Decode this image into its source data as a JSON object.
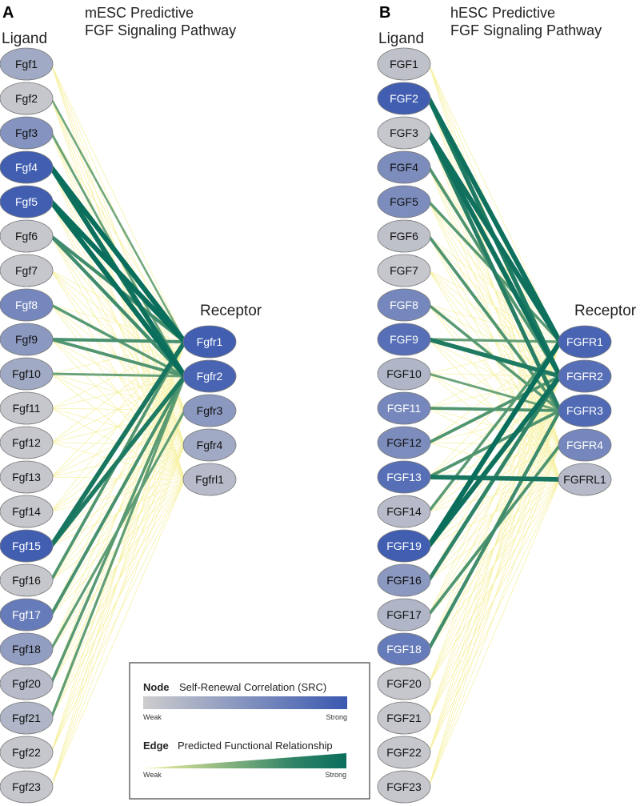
{
  "panels": [
    {
      "letter": "A",
      "title_line1": "mESC Predictive",
      "title_line2": "FGF Signaling Pathway",
      "ligand_label": "Ligand",
      "receptor_label": "Receptor",
      "ligands": [
        {
          "name": "Fgf1",
          "src": 0.3
        },
        {
          "name": "Fgf2",
          "src": 0.05
        },
        {
          "name": "Fgf3",
          "src": 0.5
        },
        {
          "name": "Fgf4",
          "src": 0.95
        },
        {
          "name": "Fgf5",
          "src": 0.95
        },
        {
          "name": "Fgf6",
          "src": 0.05
        },
        {
          "name": "Fgf7",
          "src": 0.05
        },
        {
          "name": "Fgf8",
          "src": 0.6
        },
        {
          "name": "Fgf9",
          "src": 0.45
        },
        {
          "name": "Fgf10",
          "src": 0.3
        },
        {
          "name": "Fgf11",
          "src": 0.05
        },
        {
          "name": "Fgf12",
          "src": 0.05
        },
        {
          "name": "Fgf13",
          "src": 0.05
        },
        {
          "name": "Fgf14",
          "src": 0.05
        },
        {
          "name": "Fgf15",
          "src": 0.95
        },
        {
          "name": "Fgf16",
          "src": 0.05
        },
        {
          "name": "Fgf17",
          "src": 0.7
        },
        {
          "name": "Fgf18",
          "src": 0.4
        },
        {
          "name": "Fgf20",
          "src": 0.15
        },
        {
          "name": "Fgf21",
          "src": 0.2
        },
        {
          "name": "Fgf22",
          "src": 0.05
        },
        {
          "name": "Fgf23",
          "src": 0.05
        }
      ],
      "receptors": [
        {
          "name": "Fgfr1",
          "src": 0.95
        },
        {
          "name": "Fgfr2",
          "src": 0.9
        },
        {
          "name": "Fgfr3",
          "src": 0.45
        },
        {
          "name": "Fgfr4",
          "src": 0.3
        },
        {
          "name": "Fgfrl1",
          "src": 0.15
        }
      ],
      "strong_edges": [
        [
          "Fgf4",
          "Fgfr1",
          0.95
        ],
        [
          "Fgf4",
          "Fgfr2",
          0.9
        ],
        [
          "Fgf5",
          "Fgfr1",
          0.95
        ],
        [
          "Fgf5",
          "Fgfr2",
          0.95
        ],
        [
          "Fgf6",
          "Fgfr1",
          0.6
        ],
        [
          "Fgf6",
          "Fgfr2",
          0.6
        ],
        [
          "Fgf15",
          "Fgfr1",
          0.85
        ],
        [
          "Fgf15",
          "Fgfr2",
          0.8
        ],
        [
          "Fgf9",
          "Fgfr1",
          0.55
        ],
        [
          "Fgf9",
          "Fgfr2",
          0.5
        ],
        [
          "Fgf8",
          "Fgfr2",
          0.45
        ],
        [
          "Fgf3",
          "Fgfr2",
          0.35
        ],
        [
          "Fgf17",
          "Fgfr2",
          0.55
        ],
        [
          "Fgf16",
          "Fgfr1",
          0.5
        ],
        [
          "Fgf18",
          "Fgfr3",
          0.4
        ],
        [
          "Fgf20",
          "Fgfr2",
          0.45
        ],
        [
          "Fgf21",
          "Fgfr2",
          0.4
        ],
        [
          "Fgf10",
          "Fgfr2",
          0.35
        ],
        [
          "Fgf2",
          "Fgfr1",
          0.3
        ]
      ]
    },
    {
      "letter": "B",
      "title_line1": "hESC Predictive",
      "title_line2": "FGF Signaling Pathway",
      "ligand_label": "Ligand",
      "receptor_label": "Receptor",
      "ligands": [
        {
          "name": "FGF1",
          "src": 0.1
        },
        {
          "name": "FGF2",
          "src": 0.95
        },
        {
          "name": "FGF3",
          "src": 0.05
        },
        {
          "name": "FGF4",
          "src": 0.55
        },
        {
          "name": "FGF5",
          "src": 0.55
        },
        {
          "name": "FGF6",
          "src": 0.1
        },
        {
          "name": "FGF7",
          "src": 0.05
        },
        {
          "name": "FGF8",
          "src": 0.6
        },
        {
          "name": "FGF9",
          "src": 0.8
        },
        {
          "name": "FGF10",
          "src": 0.2
        },
        {
          "name": "FGF11",
          "src": 0.6
        },
        {
          "name": "FGF12",
          "src": 0.55
        },
        {
          "name": "FGF13",
          "src": 0.8
        },
        {
          "name": "FGF14",
          "src": 0.15
        },
        {
          "name": "FGF19",
          "src": 0.95
        },
        {
          "name": "FGF16",
          "src": 0.45
        },
        {
          "name": "FGF17",
          "src": 0.2
        },
        {
          "name": "FGF18",
          "src": 0.7
        },
        {
          "name": "FGF20",
          "src": 0.05
        },
        {
          "name": "FGF21",
          "src": 0.05
        },
        {
          "name": "FGF22",
          "src": 0.05
        },
        {
          "name": "FGF23",
          "src": 0.05
        }
      ],
      "receptors": [
        {
          "name": "FGFR1",
          "src": 0.9
        },
        {
          "name": "FGFR2",
          "src": 0.8
        },
        {
          "name": "FGFR3",
          "src": 0.85
        },
        {
          "name": "FGFR4",
          "src": 0.6
        },
        {
          "name": "FGFRL1",
          "src": 0.15
        }
      ],
      "strong_edges": [
        [
          "FGF2",
          "FGFR1",
          0.9
        ],
        [
          "FGF2",
          "FGFR2",
          0.8
        ],
        [
          "FGF3",
          "FGFR1",
          0.9
        ],
        [
          "FGF3",
          "FGFR2",
          0.9
        ],
        [
          "FGF3",
          "FGFR3",
          0.75
        ],
        [
          "FGF4",
          "FGFR2",
          0.5
        ],
        [
          "FGF5",
          "FGFR1",
          0.45
        ],
        [
          "FGF6",
          "FGFR3",
          0.5
        ],
        [
          "FGF8",
          "FGFR3",
          0.45
        ],
        [
          "FGF9",
          "FGFR2",
          0.8
        ],
        [
          "FGF9",
          "FGFR1",
          0.4
        ],
        [
          "FGF11",
          "FGFR3",
          0.5
        ],
        [
          "FGF12",
          "FGFR2",
          0.5
        ],
        [
          "FGF13",
          "FGFRL1",
          0.85
        ],
        [
          "FGF13",
          "FGFR3",
          0.5
        ],
        [
          "FGF19",
          "FGFR1",
          0.95
        ],
        [
          "FGF19",
          "FGFR2",
          0.9
        ],
        [
          "FGF16",
          "FGFR2",
          0.7
        ],
        [
          "FGF17",
          "FGFR4",
          0.5
        ],
        [
          "FGF18",
          "FGFR3",
          0.6
        ],
        [
          "FGF14",
          "FGFR1",
          0.45
        ],
        [
          "FGF10",
          "FGFR3",
          0.35
        ]
      ]
    }
  ],
  "legend": {
    "node_head": "Node",
    "node_title": "Self-Renewal Correlation (SRC)",
    "node_weak": "Weak",
    "node_strong": "Strong",
    "edge_head": "Edge",
    "edge_title": "Predicted Functional Relationship",
    "edge_weak": "Weak",
    "edge_strong": "Strong",
    "colors": {
      "node_weak": "#cdcdcd",
      "node_strong": "#3a58b0",
      "edge_weak": "#f6f1a0",
      "edge_strong": "#0a6e5c"
    }
  }
}
